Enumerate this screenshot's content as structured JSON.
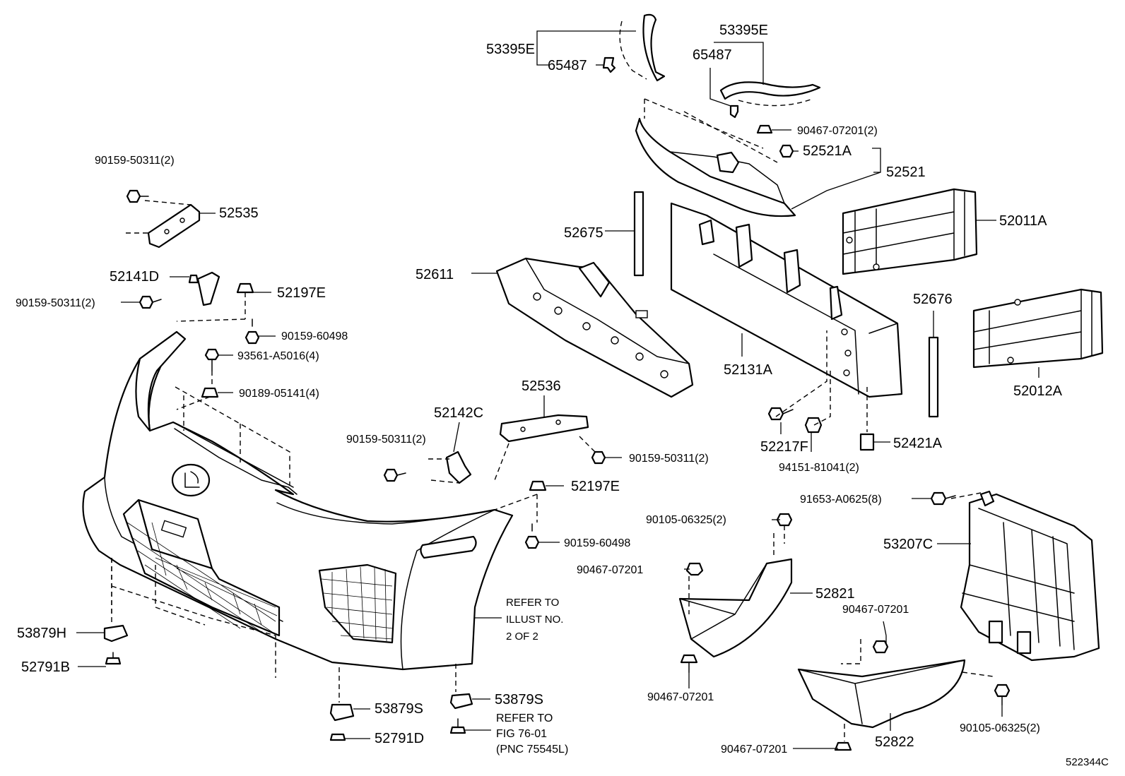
{
  "labels": {
    "p53395E_l": "53395E",
    "p65487_l": "65487",
    "p53395E_r": "53395E",
    "p65487_r": "65487",
    "p90467_07201_2": "90467-07201(2)",
    "p52521A": "52521A",
    "p52521": "52521",
    "p52011A": "52011A",
    "p90159_50311_2a": "90159-50311(2)",
    "p52535": "52535",
    "p52675": "52675",
    "p52611": "52611",
    "p52141D": "52141D",
    "p90159_50311_2b": "90159-50311(2)",
    "p52197E_a": "52197E",
    "p90159_60498_a": "90159-60498",
    "p93561": "93561-A5016(4)",
    "p90189": "90189-05141(4)",
    "p52676": "52676",
    "p52131A": "52131A",
    "p52012A": "52012A",
    "p52536": "52536",
    "p52142C": "52142C",
    "p90159_50311_2c": "90159-50311(2)",
    "p90159_50311_2d": "90159-50311(2)",
    "p52217F": "52217F",
    "p52421A": "52421A",
    "p94151": "94151-81041(2)",
    "p52197E_b": "52197E",
    "p91653": "91653-A0625(8)",
    "p90105_06325_2a": "90105-06325(2)",
    "p53207C": "53207C",
    "p90159_60498_b": "90159-60498",
    "p90467_07201_a": "90467-07201",
    "p52821": "52821",
    "p90467_07201_b": "90467-07201",
    "p53879H": "53879H",
    "p52791B": "52791B",
    "p90467_07201_c": "90467-07201",
    "p90105_06325_2b": "90105-06325(2)",
    "p53879S_a": "53879S",
    "p53879S_b": "53879S",
    "p52791D": "52791D",
    "p52822": "52822",
    "p90467_07201_d": "90467-07201"
  },
  "notes": {
    "refer_illust": [
      "REFER TO",
      "ILLUST NO.",
      "2 OF 2"
    ],
    "refer_fig": [
      "REFER TO",
      "FIG 76-01",
      "(PNC 75545L)"
    ]
  },
  "figure_code": "522344C"
}
